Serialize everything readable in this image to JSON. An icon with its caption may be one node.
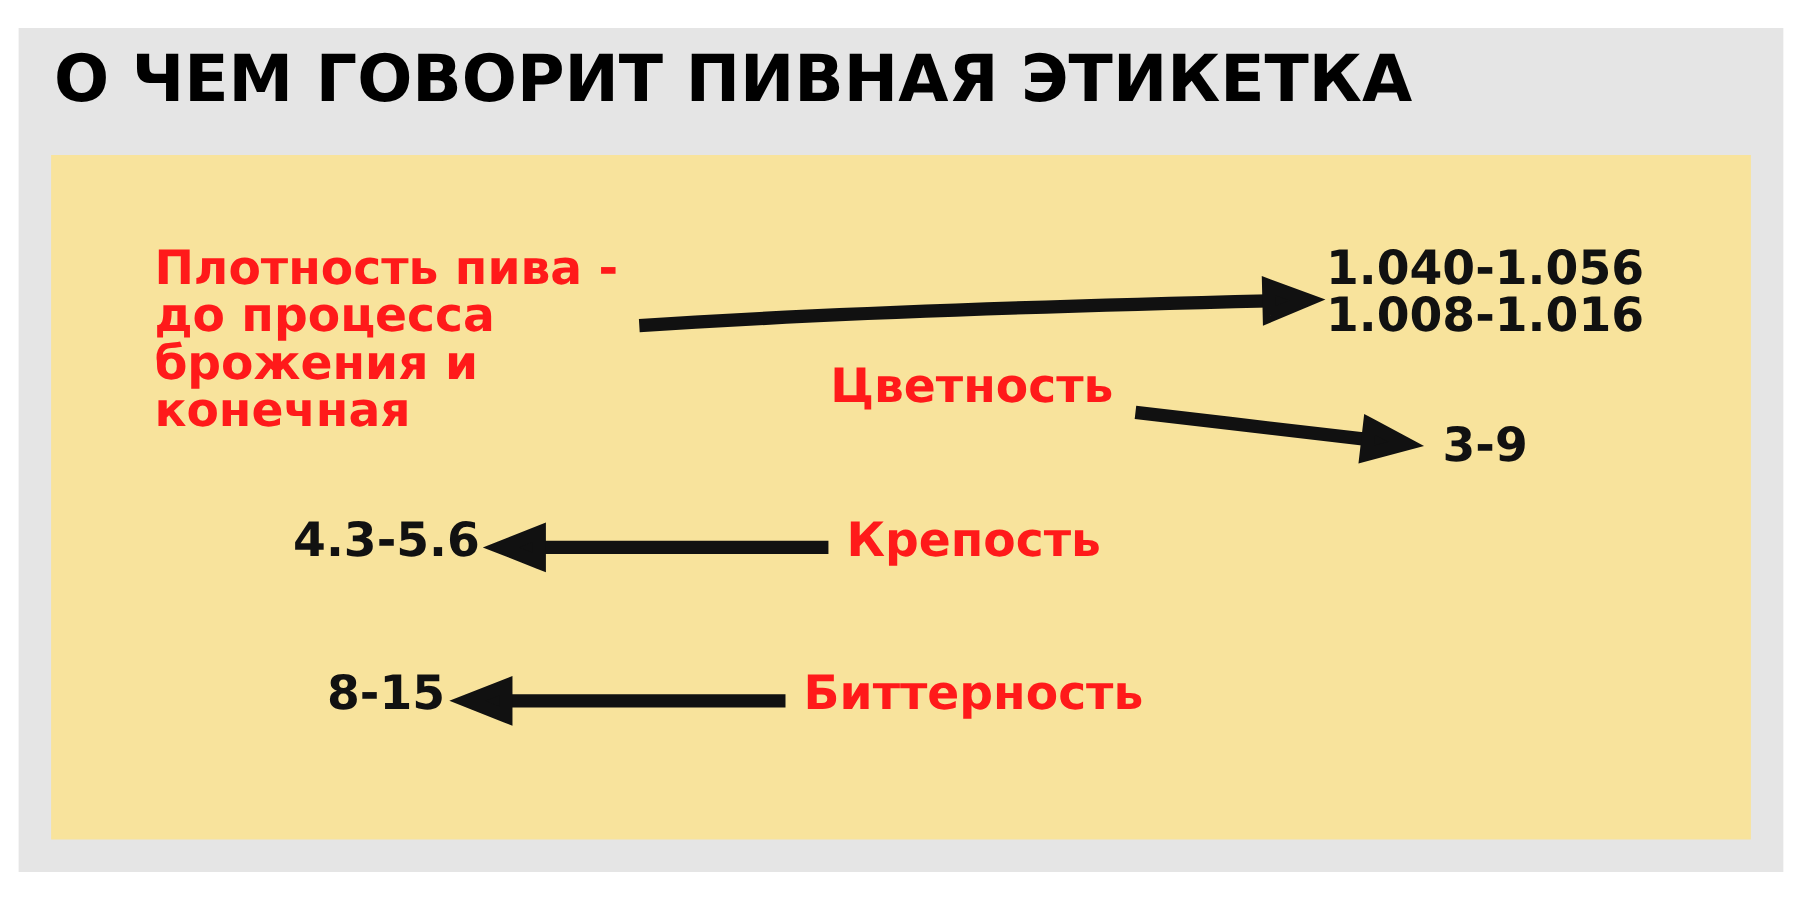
{
  "diagram": {
    "title": "О ЧЕМ ГОВОРИТ ПИВНАЯ ЭТИКЕТКА",
    "nodes": [
      {
        "text": [],
        "shape": "box"
      },
      {
        "text": [
          "Плотность пива - до процесса брожения и конечная"
        ],
        "in": 0
      },
      {
        "text": [
          "1.040-1.056 1.008-1.016"
        ],
        "in": 0
      },
      {
        "text": [
          "Цветность"
        ],
        "in": 0
      },
      {
        "text": [
          "4.3-5.6"
        ],
        "in": 0
      },
      {
        "text": [
          "Крепость"
        ],
        "in": 0
      },
      {
        "text": [
          "3-9"
        ],
        "in": 0
      },
      {
        "text": [
          "8-15"
        ],
        "in": 0
      },
      {
        "text": [
          "Биттерность"
        ],
        "in": 0
      }
    ],
    "edges": [
      {
        "from": 1,
        "to": 2,
        "arrow": "to"
      },
      {
        "from": 3,
        "to": 6,
        "arrow": "to"
      },
      {
        "from": 5,
        "to": 4,
        "arrow": "to"
      },
      {
        "from": 8,
        "to": 7,
        "arrow": "to"
      }
    ]
  }
}
